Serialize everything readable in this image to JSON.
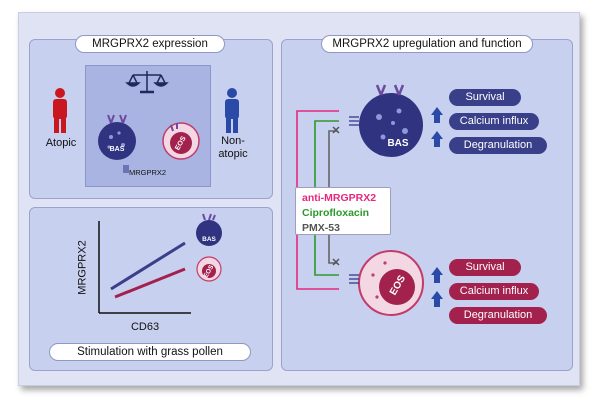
{
  "panels": {
    "expression_title": "MRGPRX2 expression",
    "upregulation_title": "MRGPRX2 upregulation and function",
    "stimulation_title": "Stimulation with grass pollen"
  },
  "expression": {
    "atopic_label": "Atopic",
    "nonatopic_label_1": "Non-",
    "nonatopic_label_2": "atopic",
    "receptor_label": "MRGPRX2",
    "bas_label": "BAS",
    "eos_label": "EOS"
  },
  "plot": {
    "ylabel": "MRGPRX2",
    "xlabel": "CD63",
    "bas_label": "BAS",
    "eos_label": "EOS"
  },
  "agents": {
    "anti": "anti-MRGPRX2",
    "cipro": "Ciprofloxacin",
    "pmx": "PMX-53"
  },
  "function": {
    "bas_label": "BAS",
    "eos_label": "EOS",
    "bas_badges": [
      "Survival",
      "Calcium influx",
      "Degranulation"
    ],
    "eos_badges": [
      "Survival",
      "Calcium influx",
      "Degranulation"
    ]
  },
  "colors": {
    "basophil": "#2f3380",
    "eosinophil": "#a3214d",
    "anti": "#e6287d",
    "cipro": "#2a9a2a",
    "pmx": "#666666",
    "person_red": "#c8171e",
    "person_blue": "#2b4aa8"
  }
}
